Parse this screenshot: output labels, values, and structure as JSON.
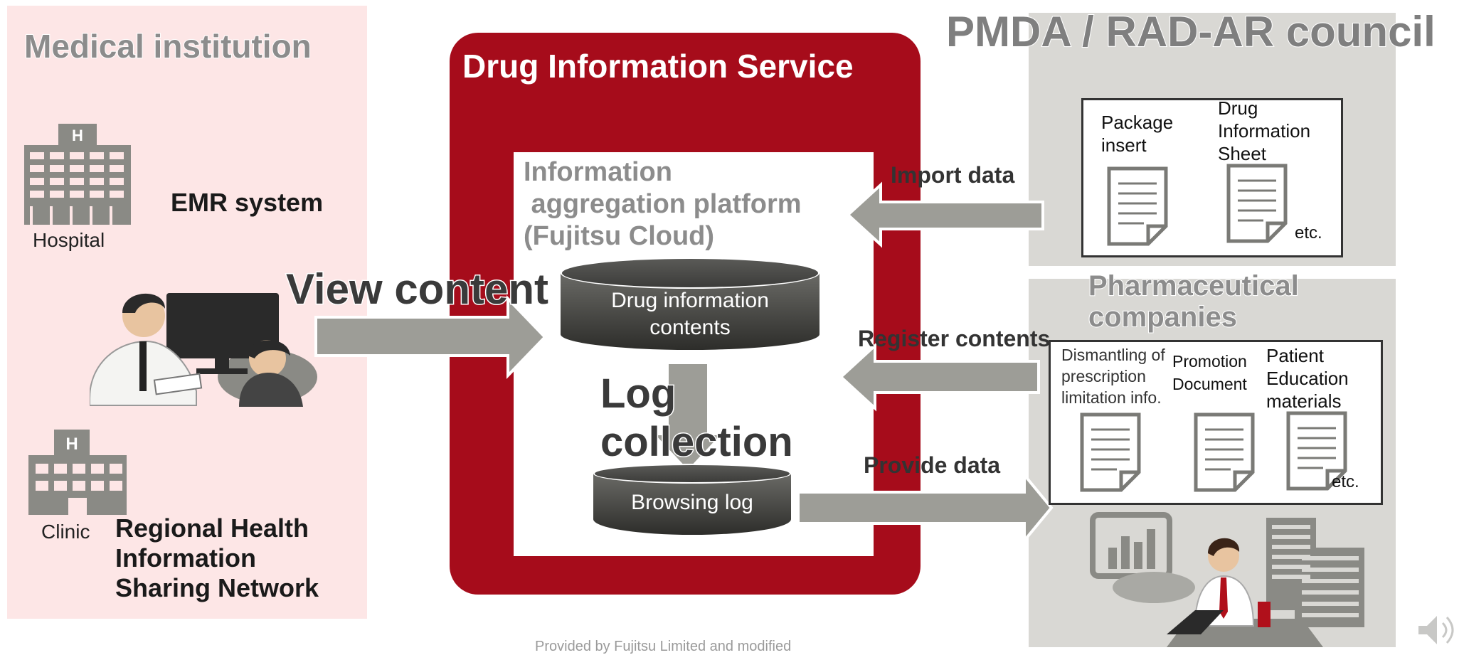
{
  "left_panel": {
    "title": "Medical institution",
    "emr_label": "EMR system",
    "hospital_label": "Hospital",
    "view_content": "View content",
    "clinic_label": "Clinic",
    "network_line1": "Regional Health",
    "network_line2": "Information",
    "network_line3": "Sharing Network"
  },
  "service": {
    "title": "Drug Information Service",
    "platform_line1": "Information",
    "platform_line2": " aggregation platform",
    "platform_line3": "(Fujitsu Cloud)",
    "contents_line1": "Drug information",
    "contents_line2": "contents",
    "log_line1": "Log",
    "log_line2": "collection",
    "browsing_log": "Browsing log"
  },
  "right_panel": {
    "title": "PMDA / RAD-AR council",
    "import_data": "Import data",
    "package_line1": "Package",
    "package_line2": "insert",
    "dis_line1": "Drug",
    "dis_line2": "Information",
    "dis_line3": "Sheet",
    "etc": "etc.",
    "pharma_line1": "Pharmaceutical",
    "pharma_line2": "companies",
    "register_contents": "Register contents",
    "dismantle_line1": "Dismantling of",
    "dismantle_line2": "prescription",
    "dismantle_line3": "limitation info.",
    "promo_line1": "Promotion",
    "promo_line2": "Document",
    "patient_line1": "Patient",
    "patient_line2": "Education",
    "patient_line3": "materials",
    "etc2": "etc.",
    "provide_data": "Provide data"
  },
  "footer": {
    "credit": "Provided by Fujitsu Limited and modified"
  },
  "colors": {
    "service_red": "#a60c1b",
    "left_bg": "#fde6e6",
    "right_bg": "#d9d8d4",
    "arrow_gray": "#9d9d97"
  }
}
